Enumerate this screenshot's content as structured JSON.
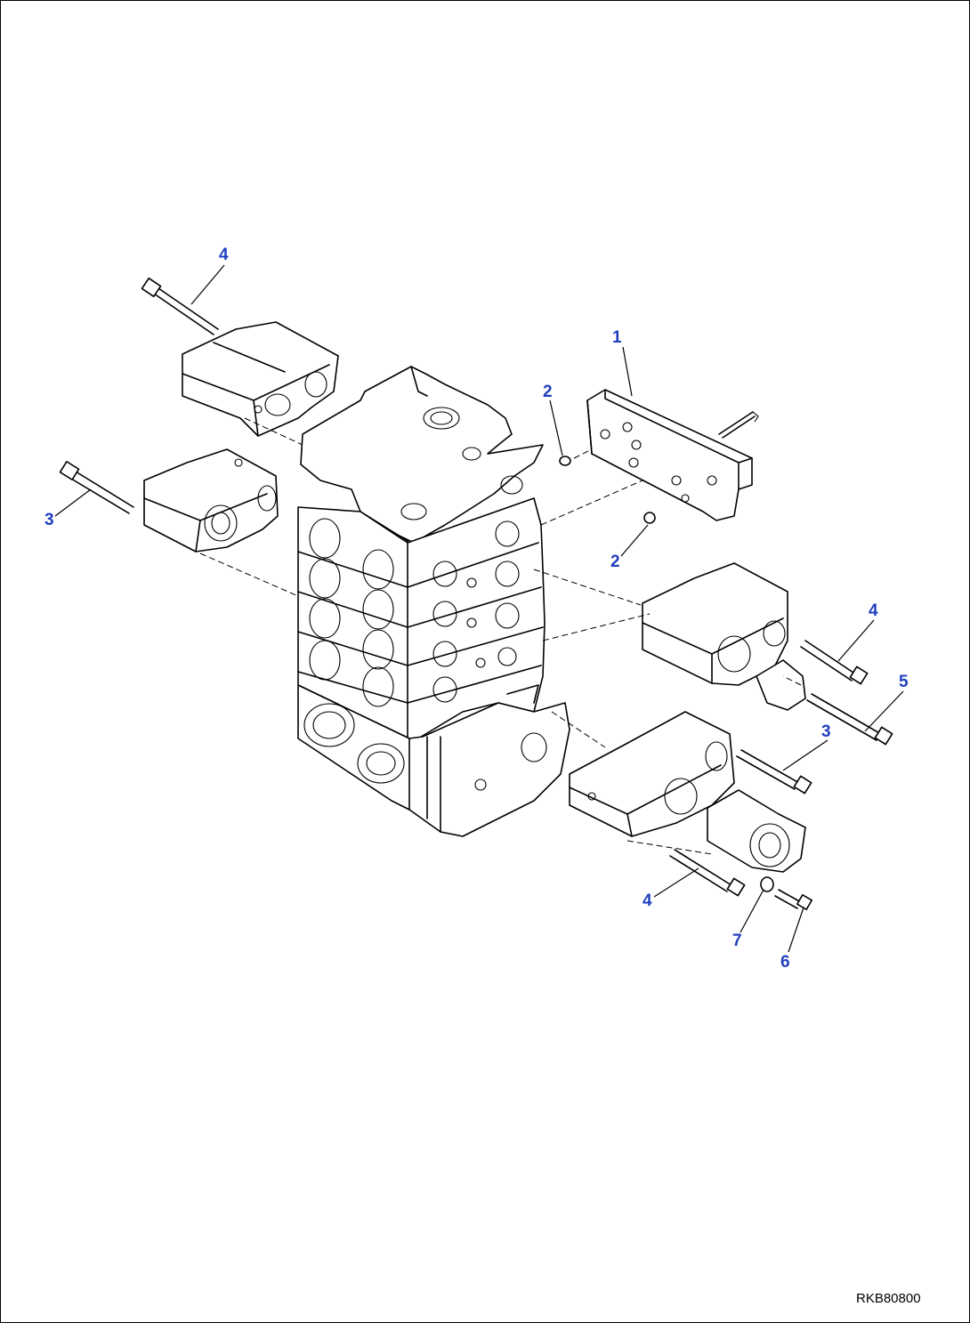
{
  "drawing": {
    "code": "RKB80800",
    "callouts": [
      {
        "id": "c1",
        "label": "1"
      },
      {
        "id": "c2a",
        "label": "2"
      },
      {
        "id": "c2b",
        "label": "2"
      },
      {
        "id": "c3a",
        "label": "3"
      },
      {
        "id": "c3b",
        "label": "3"
      },
      {
        "id": "c4a",
        "label": "4"
      },
      {
        "id": "c4b",
        "label": "4"
      },
      {
        "id": "c4c",
        "label": "4"
      },
      {
        "id": "c5",
        "label": "5"
      },
      {
        "id": "c6",
        "label": "6"
      },
      {
        "id": "c7",
        "label": "7"
      }
    ],
    "colors": {
      "callout": "#1f3fbf",
      "line": "#000000",
      "background": "#ffffff"
    }
  }
}
